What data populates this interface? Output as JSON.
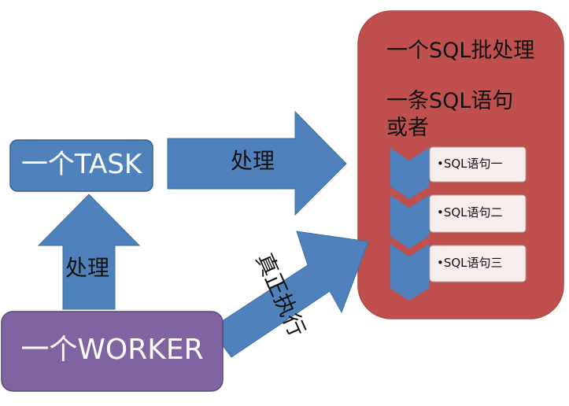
{
  "task_box": {
    "label": "一个TASK",
    "color": "#4f81bd"
  },
  "worker_box": {
    "label": "一个WORKER",
    "color": "#8064a2"
  },
  "batch_panel": {
    "color": "#c0504d",
    "title": "一个SQL批处理",
    "subtitle_line1": "一条SQL语句",
    "subtitle_line2": "或者"
  },
  "arrows": {
    "worker_to_task_label": "处理",
    "task_to_batch_label": "处理",
    "worker_to_batch_label": "真正执行",
    "color": "#4f81bd"
  },
  "statements": [
    {
      "label": "•SQL语句一"
    },
    {
      "label": "•SQL语句二"
    },
    {
      "label": "•SQL语句三"
    }
  ],
  "statement_box_color": "#f8eded",
  "chevron_color": "#4f81bd"
}
